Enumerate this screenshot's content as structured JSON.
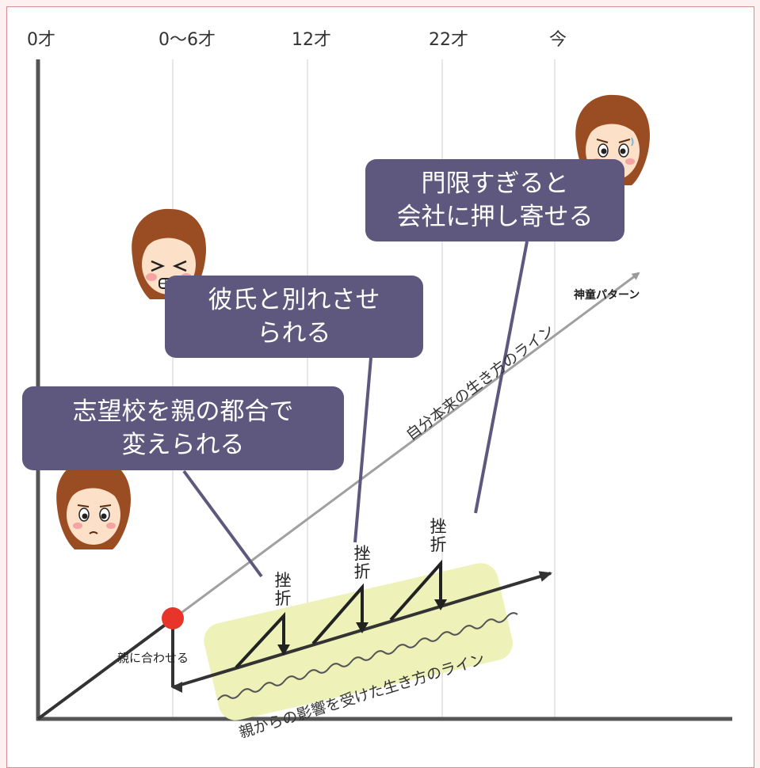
{
  "ticks": [
    "0才",
    "0〜6才",
    "12才",
    "22才",
    "今"
  ],
  "bubbles": {
    "school": [
      "志望校を親の都合で",
      "変えられる"
    ],
    "boyfriend": [
      "彼氏と別れさせ",
      "られる"
    ],
    "curfew": [
      "門限すぎると",
      "会社に押し寄せる"
    ]
  },
  "labels": {
    "oya": "親に合わせる",
    "ideal_line": "自分本来の生き方のライン",
    "actual_line": "親からの影響を受けた生き方のライン",
    "prodigy": "神童パターン",
    "zasetsu": "挫折"
  },
  "colors": {
    "bubble": "#5f587e",
    "highlight": "#eef2b8",
    "red_dot": "#e8352c",
    "page_bg": "#fdf0f1",
    "frame_border": "#d98c93"
  },
  "icons": [
    "worried-face-icon",
    "crying-face-icon",
    "anxious-face-icon",
    "troubled-face-icon"
  ]
}
